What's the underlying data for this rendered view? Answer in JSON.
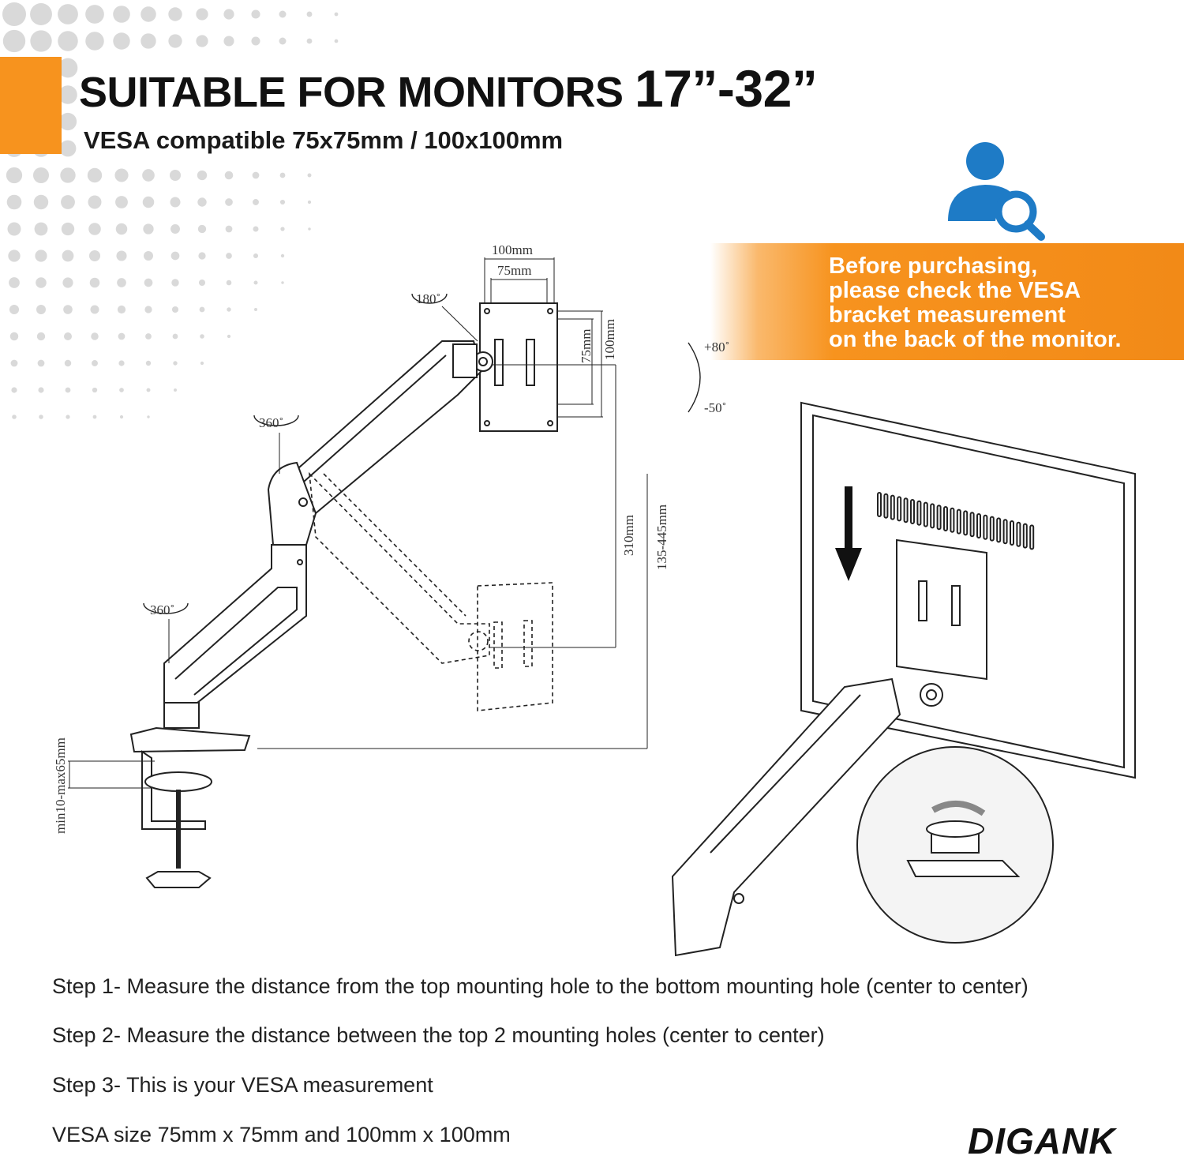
{
  "header": {
    "title": "SUITABLE FOR MONITORS",
    "size_range": "17”-32”",
    "subtitle": "VESA compatible 75x75mm / 100x100mm"
  },
  "notice": {
    "lines": [
      "Before purchasing,",
      "please check the VESA",
      "bracket measurement",
      "on the back of the monitor."
    ]
  },
  "diagram": {
    "labels": {
      "width_100": "100mm",
      "width_75": "75mm",
      "height_75": "75mm",
      "height_100": "100mm",
      "rotate_180": "180˚",
      "rotate_360_top": "360˚",
      "rotate_360_bottom": "360˚",
      "tilt_up": "+80˚",
      "tilt_down": "-50˚",
      "height_310": "310mm",
      "height_range": "135-445mm",
      "clamp_range": "min10-max65mm"
    }
  },
  "steps": [
    "Step 1- Measure the distance from the top mounting hole to the bottom mounting hole (center to center)",
    "Step 2- Measure the distance between the top 2 mounting holes (center to center)",
    "Step 3- This is your VESA measurement",
    "VESA size 75mm x 75mm and 100mm x 100mm"
  ],
  "brand": {
    "logo_text": "DIGANK"
  },
  "colors": {
    "accent": "#f7931e",
    "icon_blue": "#1e7bc6",
    "dot_gray": "#d9d9d9"
  },
  "icons": {
    "user_search": "user-search-icon",
    "arrow_down": "arrow-down-icon"
  }
}
